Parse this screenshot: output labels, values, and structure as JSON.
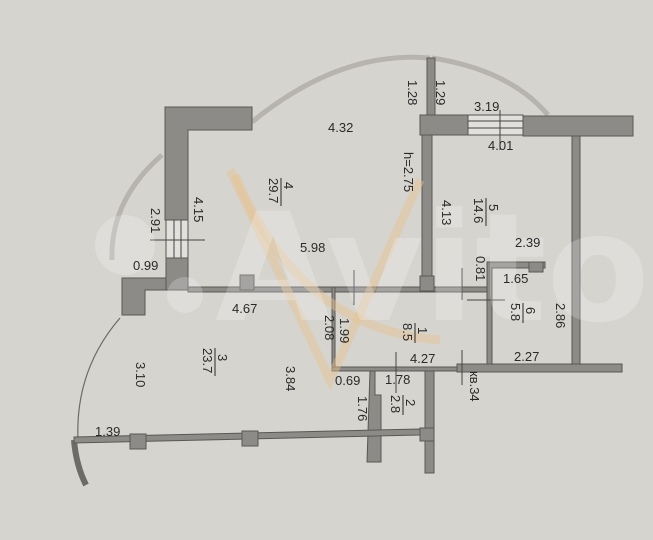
{
  "plan": {
    "type": "apartment floor plan",
    "apartment_label": "кв.34",
    "ceiling_height": "h=2.75",
    "watermark": "Avito",
    "colors": {
      "paper": "#d6d4cf",
      "wall": "#8d8b88",
      "text": "#2a2a2a",
      "watermark_accent": "#e7c48e"
    },
    "rooms": [
      {
        "number": "1",
        "area": "8.5"
      },
      {
        "number": "2",
        "area": "2.8"
      },
      {
        "number": "3",
        "area": "23.7"
      },
      {
        "number": "4",
        "area": "29.7"
      },
      {
        "number": "5",
        "area": "14.6"
      },
      {
        "number": "6",
        "area": "5.8"
      }
    ],
    "dimensions": {
      "d_1_28": "1.28",
      "d_1_29": "1.29",
      "d_3_19": "3.19",
      "d_4_01": "4.01",
      "d_4_32": "4.32",
      "d_4_15": "4.15",
      "d_2_91": "2.91",
      "d_0_99": "0.99",
      "d_5_98": "5.98",
      "d_4_13": "4.13",
      "d_2_39": "2.39",
      "d_0_81": "0.81",
      "d_1_65": "1.65",
      "d_2_86": "2.86",
      "d_2_27": "2.27",
      "d_4_67": "4.67",
      "d_2_08": "2.08",
      "d_1_99": "1.99",
      "d_4_27": "4.27",
      "d_3_84": "3.84",
      "d_3_10": "3.10",
      "d_0_69": "0.69",
      "d_1_78": "1.78",
      "d_1_76": "1.76",
      "d_1_39": "1.39"
    }
  }
}
